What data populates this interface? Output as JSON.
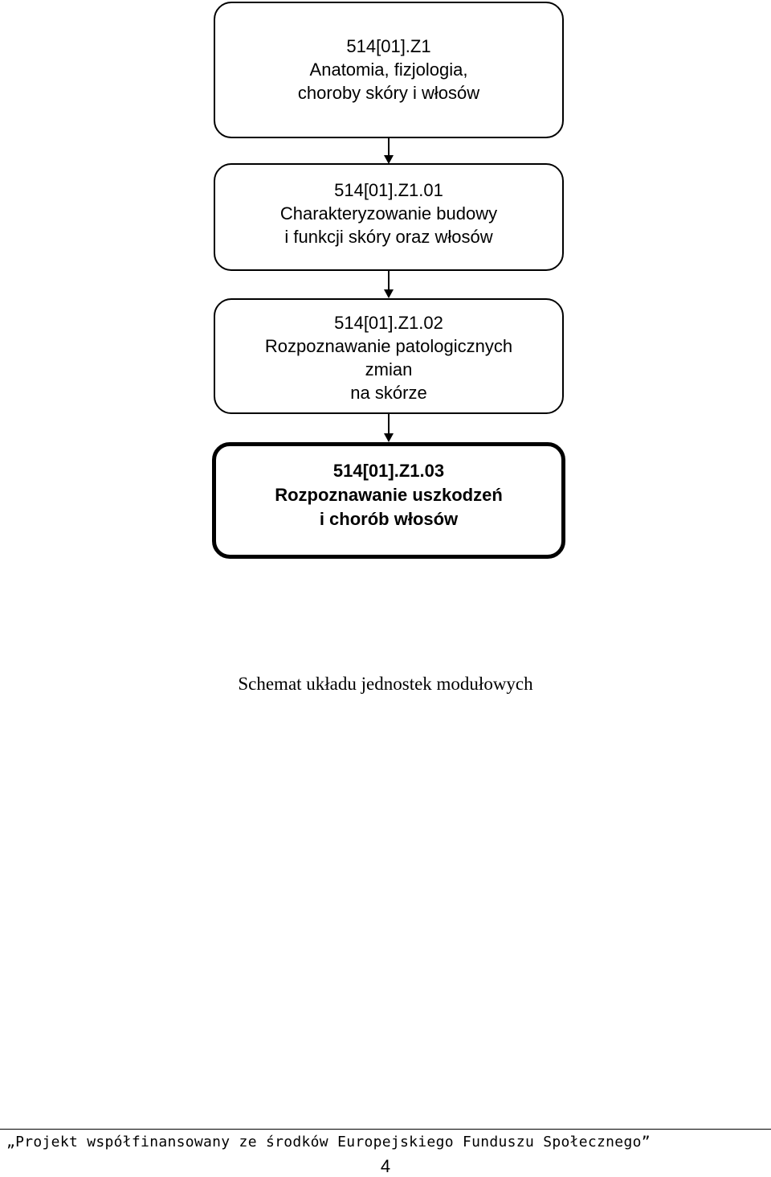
{
  "diagram": {
    "boxes": [
      {
        "code": "514[01].Z1",
        "lines": [
          "Anatomia, fizjologia,",
          "choroby skóry i włosów"
        ]
      },
      {
        "code": "514[01].Z1.01",
        "lines": [
          "Charakteryzowanie budowy",
          "i funkcji skóry oraz włosów"
        ]
      },
      {
        "code": "514[01].Z1.02",
        "lines": [
          "Rozpoznawanie patologicznych",
          "zmian",
          "na skórze"
        ]
      },
      {
        "code": "514[01].Z1.03",
        "lines": [
          "Rozpoznawanie uszkodzeń",
          "i chorób włosów"
        ]
      }
    ],
    "caption": "Schemat układu jednostek modułowych"
  },
  "footer": {
    "text": "„Projekt współfinansowany ze środków Europejskiego Funduszu Społecznego”",
    "page_number": "4"
  }
}
